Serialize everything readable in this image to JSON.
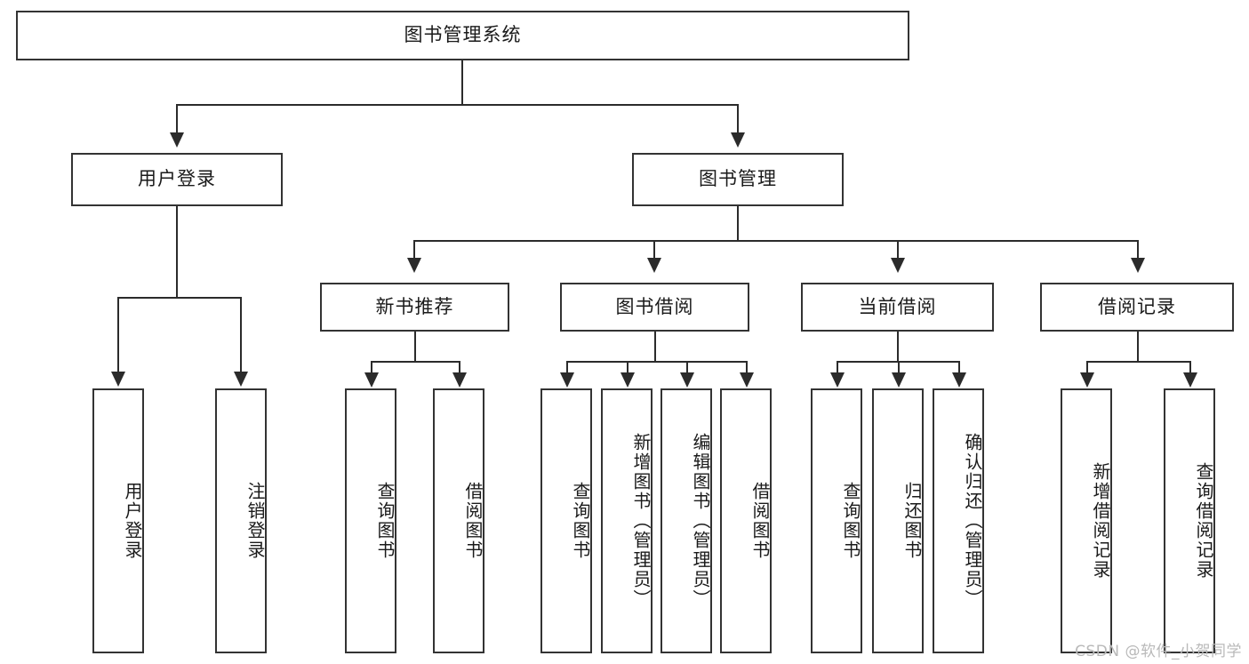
{
  "diagram": {
    "title": "图书管理系统",
    "watermark": "CSDN @软件_小贺同学",
    "levels": {
      "root": {
        "label": "图书管理系统"
      },
      "level2": [
        {
          "label": "用户登录"
        },
        {
          "label": "图书管理"
        }
      ],
      "level3": [
        {
          "label": "新书推荐"
        },
        {
          "label": "图书借阅"
        },
        {
          "label": "当前借阅"
        },
        {
          "label": "借阅记录"
        }
      ],
      "leaves": [
        {
          "label": "用户登录",
          "parent": "用户登录"
        },
        {
          "label": "注销登录",
          "parent": "用户登录"
        },
        {
          "label": "查询图书",
          "parent": "新书推荐"
        },
        {
          "label": "借阅图书",
          "parent": "新书推荐"
        },
        {
          "label": "查询图书",
          "parent": "图书借阅"
        },
        {
          "label": "新增图书（管理员）",
          "parent": "图书借阅"
        },
        {
          "label": "编辑图书（管理员）",
          "parent": "图书借阅"
        },
        {
          "label": "借阅图书",
          "parent": "图书借阅"
        },
        {
          "label": "查询图书",
          "parent": "当前借阅"
        },
        {
          "label": "归还图书",
          "parent": "当前借阅"
        },
        {
          "label": "确认归还（管理员）",
          "parent": "当前借阅"
        },
        {
          "label": "新增借阅记录",
          "parent": "借阅记录"
        },
        {
          "label": "查询借阅记录",
          "parent": "借阅记录"
        }
      ]
    },
    "colors": {
      "border": "#333333",
      "line": "#2b2b2b",
      "background": "#ffffff",
      "text": "#1a1a1a",
      "watermark": "#b9b9b9"
    }
  }
}
